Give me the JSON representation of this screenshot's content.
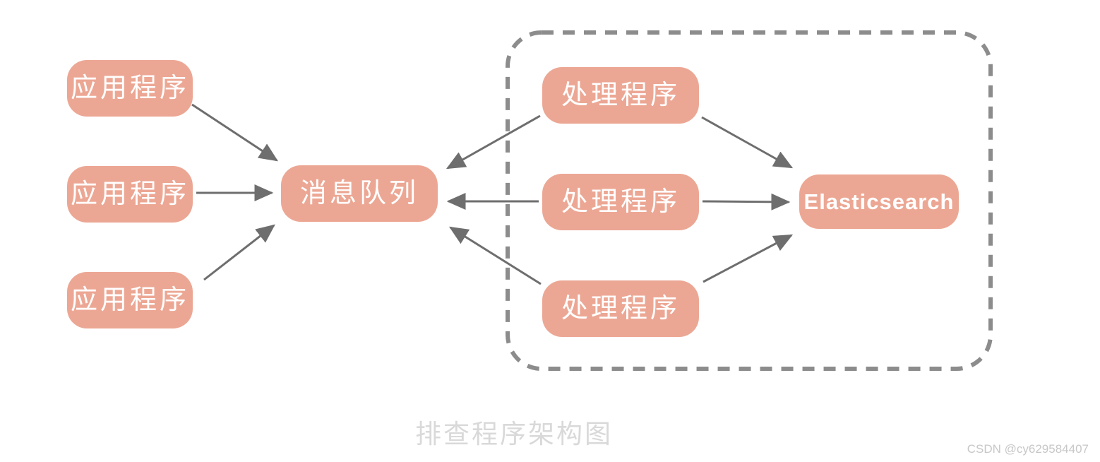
{
  "diagram": {
    "app_boxes": [
      {
        "label": "应用程序"
      },
      {
        "label": "应用程序"
      },
      {
        "label": "应用程序"
      }
    ],
    "queue_box": {
      "label": "消息队列"
    },
    "handler_boxes": [
      {
        "label": "处理程序"
      },
      {
        "label": "处理程序"
      },
      {
        "label": "处理程序"
      }
    ],
    "es_box": {
      "label": "Elasticsearch"
    },
    "caption": "排查程序架构图",
    "watermark": "CSDN @cy629584407",
    "colors": {
      "node_fill": "#ECA794",
      "node_text": "#FFFFFF",
      "arrow": "#6E6E6E",
      "dashed_border": "#8C8C8C",
      "caption_text": "#D9D9D9",
      "watermark_text": "#C7C7C7"
    }
  }
}
